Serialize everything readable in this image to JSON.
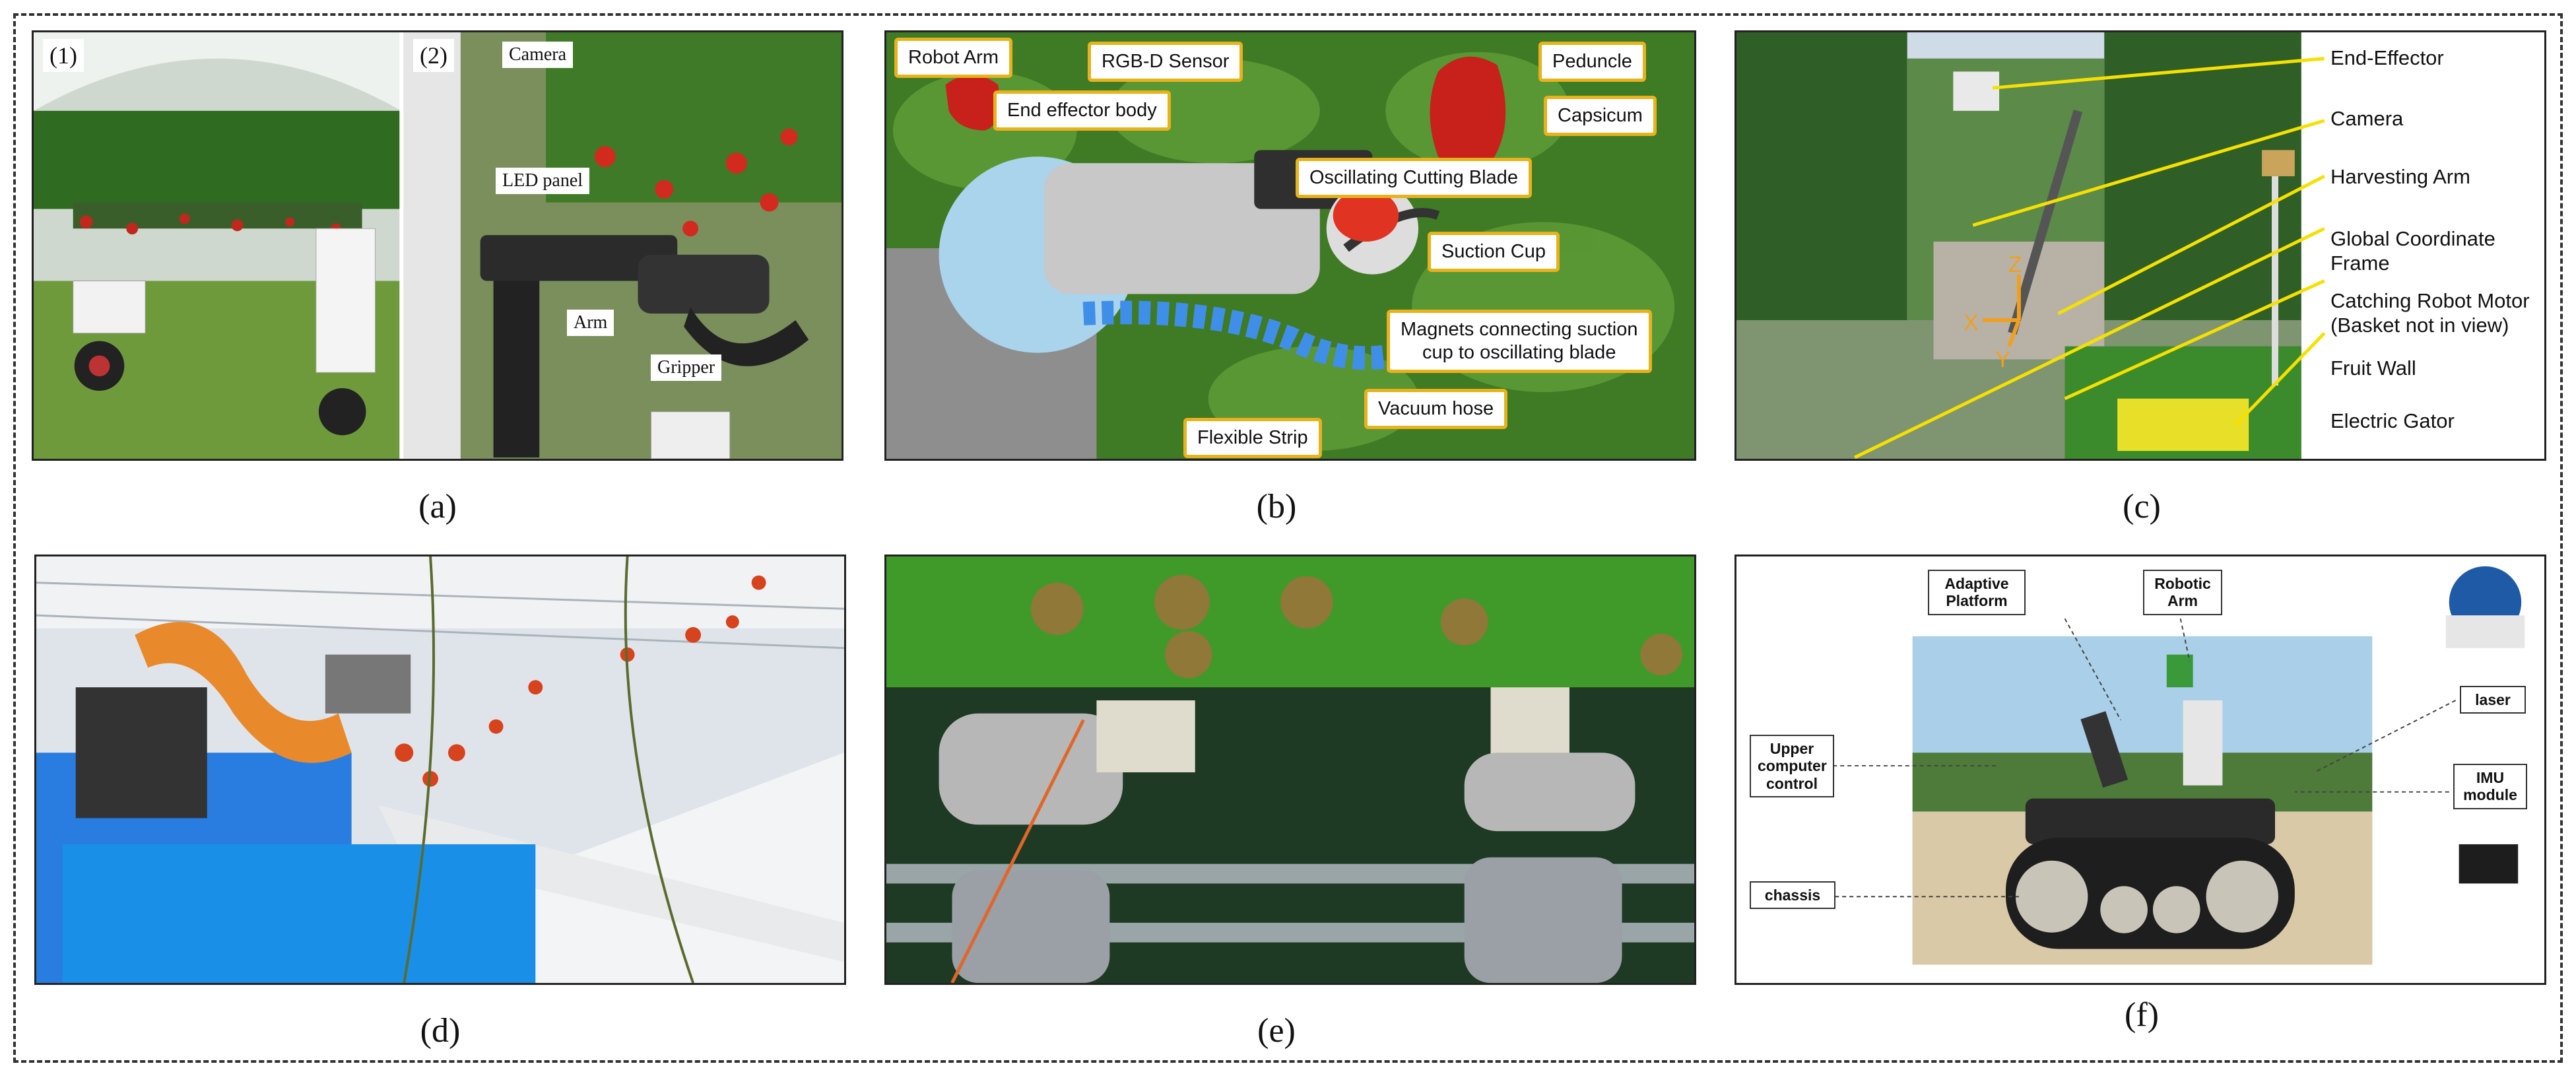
{
  "panels": {
    "a": {
      "caption": "(a)",
      "tag1": "(1)",
      "tag2": "(2)",
      "labels": {
        "camera": "Camera",
        "led": "LED panel",
        "arm": "Arm",
        "gripper": "Gripper"
      }
    },
    "b": {
      "caption": "(b)",
      "callouts": {
        "robot_arm": "Robot Arm",
        "rgbd": "RGB-D Sensor",
        "peduncle": "Peduncle",
        "end_effector": "End effector body",
        "capsicum": "Capsicum",
        "blade": "Oscillating Cutting Blade",
        "suction": "Suction Cup",
        "magnets": "Magnets connecting suction\ncup to oscillating blade",
        "vacuum": "Vacuum hose",
        "strip": "Flexible Strip"
      }
    },
    "c": {
      "caption": "(c)",
      "labels": {
        "end_effector": "End-Effector",
        "camera": "Camera",
        "harvesting_arm": "Harvesting Arm",
        "global_frame": "Global Coordinate\nFrame",
        "catching_motor": "Catching Robot Motor\n(Basket not in view)",
        "fruit_wall": "Fruit Wall",
        "gator": "Electric Gator"
      },
      "axes": {
        "z": "Z",
        "x": "X",
        "y": "Y"
      }
    },
    "d": {
      "caption": "(d)"
    },
    "e": {
      "caption": "(e)"
    },
    "f": {
      "caption": "(f)",
      "labels": {
        "adaptive": "Adaptive\nPlatform",
        "robotic_arm": "Robotic\nArm",
        "upper": "Upper\ncomputer\ncontrol",
        "laser": "laser",
        "imu": "IMU\nmodule",
        "chassis": "chassis"
      }
    }
  },
  "colors": {
    "callout_border": "#e8b21c",
    "leaf_green": "#3f7a25",
    "capsicum_red": "#c8201b"
  }
}
